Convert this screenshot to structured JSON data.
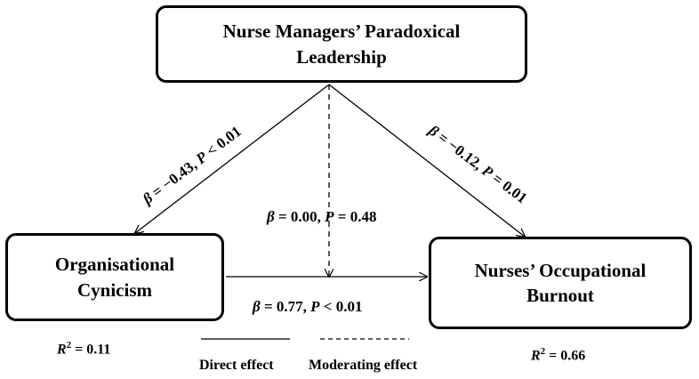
{
  "nodes": {
    "leadership": {
      "line1": "Nurse Managers’ Paradoxical",
      "line2": "Leadership"
    },
    "cynicism": {
      "line1": "Organisational",
      "line2": "Cynicism"
    },
    "burnout": {
      "line1": "Nurses’ Occupational",
      "line2": "Burnout"
    }
  },
  "paths": {
    "leadership_to_cynicism": {
      "beta_symbol": "β",
      "text": " = −0.43, ",
      "p_symbol": "P",
      "p_text": " < 0.01"
    },
    "leadership_to_burnout": {
      "beta_symbol": "β",
      "text": " = −0.12, ",
      "p_symbol": "P",
      "p_text": " = 0.01"
    },
    "moderating": {
      "beta_symbol": "β",
      "text": " = 0.00, ",
      "p_symbol": "P",
      "p_text": " = 0.48"
    },
    "cynicism_to_burnout": {
      "beta_symbol": "β",
      "text": " = 0.77, ",
      "p_symbol": "P",
      "p_text": " < 0.01"
    }
  },
  "r_squared": {
    "cynicism": {
      "symbol": "R",
      "sup": "2",
      "value": " = 0.11"
    },
    "burnout": {
      "symbol": "R",
      "sup": "2",
      "value": " = 0.66"
    }
  },
  "legend": {
    "direct": "Direct effect",
    "moderating": "Moderating effect"
  }
}
